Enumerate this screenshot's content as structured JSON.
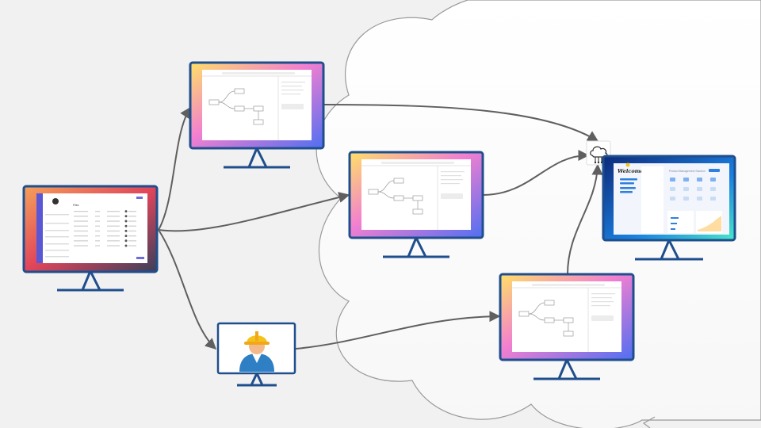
{
  "diagram": {
    "nodes": [
      {
        "id": "source-monitor",
        "kind": "admin-list-screen"
      },
      {
        "id": "workflow-monitor-top",
        "kind": "workflow-screen"
      },
      {
        "id": "workflow-monitor-middle",
        "kind": "workflow-screen"
      },
      {
        "id": "workflow-monitor-bottom",
        "kind": "workflow-screen"
      },
      {
        "id": "engineer-monitor",
        "kind": "person-screen"
      },
      {
        "id": "cloud-service-icon",
        "kind": "cloud-icon"
      },
      {
        "id": "dashboard-monitor",
        "kind": "dashboard-screen"
      }
    ],
    "edges": [
      {
        "from": "source-monitor",
        "to": "workflow-monitor-top"
      },
      {
        "from": "source-monitor",
        "to": "workflow-monitor-middle"
      },
      {
        "from": "source-monitor",
        "to": "engineer-monitor"
      },
      {
        "from": "engineer-monitor",
        "to": "workflow-monitor-bottom"
      },
      {
        "from": "workflow-monitor-top",
        "to": "cloud-service-icon"
      },
      {
        "from": "workflow-monitor-middle",
        "to": "cloud-service-icon"
      },
      {
        "from": "workflow-monitor-bottom",
        "to": "cloud-service-icon"
      }
    ]
  },
  "dashboard": {
    "welcome": "Welcome !",
    "heading": "Product Management Solution"
  },
  "source_screen": {
    "title": "Files"
  },
  "colors": {
    "monitor_frame": "#1f4e8c",
    "arrow": "#5f5f5f",
    "cloud_fill": "#ffffff",
    "helmet": "#f5c21b",
    "shirt": "#2f7fc4"
  }
}
